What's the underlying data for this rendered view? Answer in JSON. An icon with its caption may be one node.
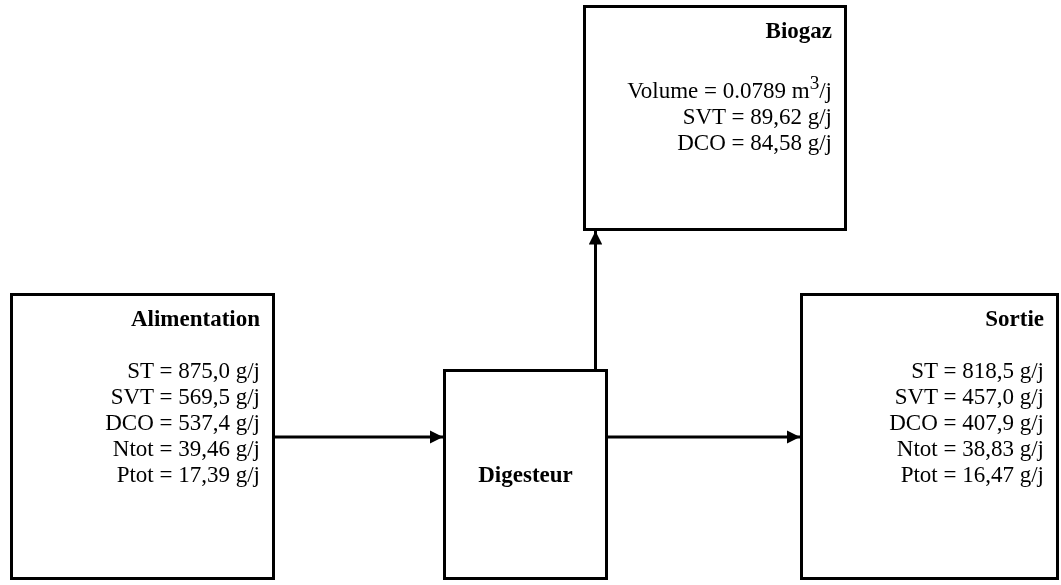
{
  "diagram": {
    "nodes": [
      {
        "text": [
          "Biogaz",
          "Volume = 0.0789 m$^{3}$/j",
          "SVT = 89,62 g/j",
          "DCO = 84,58 g/j"
        ]
      },
      {
        "text": [
          "Alimentation",
          "ST = 875,0 g/j",
          "SVT = 569,5 g/j",
          "DCO = 537,4 g/j",
          "Ntot = 39,46 g/j",
          "Ptot = 17,39 g/j"
        ]
      },
      {
        "text": [
          "Digesteur"
        ]
      },
      {
        "text": [
          "Sortie",
          "ST = 818,5 g/j",
          "SVT = 457,0 g/j",
          "DCO = 407,9 g/j",
          "Ntot = 38,83 g/j",
          "Ptot = 16,47 g/j"
        ]
      }
    ],
    "edges": [
      {
        "from": 1,
        "to": 2,
        "arrow": "to"
      },
      {
        "from": 2,
        "to": 3,
        "arrow": "to"
      },
      {
        "from": 2,
        "to": 0,
        "arrow": "to"
      }
    ]
  }
}
